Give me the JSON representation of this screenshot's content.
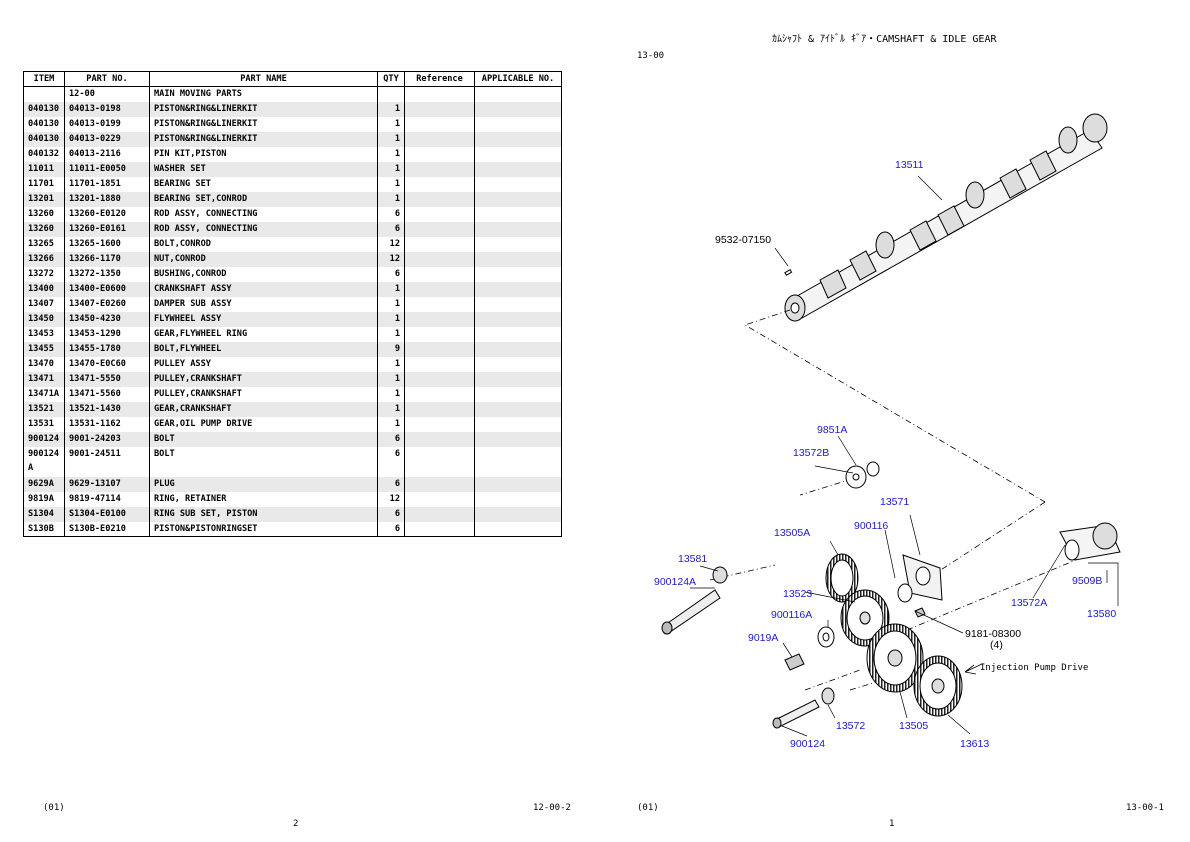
{
  "left_page": {
    "columns": [
      "ITEM",
      "PART NO.",
      "PART NAME",
      "QTY",
      "Reference",
      "APPLICABLE NO."
    ],
    "rows": [
      {
        "item": "",
        "part_no": "12-00",
        "part_name": "MAIN MOVING PARTS",
        "qty": ""
      },
      {
        "item": "040130",
        "part_no": "04013-0198",
        "part_name": "PISTON&RING&LINERKIT",
        "qty": "1"
      },
      {
        "item": "040130",
        "part_no": "04013-0199",
        "part_name": "PISTON&RING&LINERKIT",
        "qty": "1"
      },
      {
        "item": "040130",
        "part_no": "04013-0229",
        "part_name": "PISTON&RING&LINERKIT",
        "qty": "1"
      },
      {
        "item": "040132",
        "part_no": "04013-2116",
        "part_name": "PIN KIT,PISTON",
        "qty": "1"
      },
      {
        "item": "11011",
        "part_no": "11011-E0050",
        "part_name": "WASHER SET",
        "qty": "1"
      },
      {
        "item": "11701",
        "part_no": "11701-1851",
        "part_name": "BEARING SET",
        "qty": "1"
      },
      {
        "item": "13201",
        "part_no": "13201-1880",
        "part_name": "BEARING SET,CONROD",
        "qty": "1"
      },
      {
        "item": "13260",
        "part_no": "13260-E0120",
        "part_name": "ROD ASSY, CONNECTING",
        "qty": "6"
      },
      {
        "item": "13260",
        "part_no": "13260-E0161",
        "part_name": "ROD ASSY, CONNECTING",
        "qty": "6"
      },
      {
        "item": "13265",
        "part_no": "13265-1600",
        "part_name": "BOLT,CONROD",
        "qty": "12"
      },
      {
        "item": "13266",
        "part_no": "13266-1170",
        "part_name": "NUT,CONROD",
        "qty": "12"
      },
      {
        "item": "13272",
        "part_no": "13272-1350",
        "part_name": "BUSHING,CONROD",
        "qty": "6"
      },
      {
        "item": "13400",
        "part_no": "13400-E0600",
        "part_name": "CRANKSHAFT ASSY",
        "qty": "1"
      },
      {
        "item": "13407",
        "part_no": "13407-E0260",
        "part_name": "DAMPER SUB ASSY",
        "qty": "1"
      },
      {
        "item": "13450",
        "part_no": "13450-4230",
        "part_name": "FLYWHEEL ASSY",
        "qty": "1"
      },
      {
        "item": "13453",
        "part_no": "13453-1290",
        "part_name": "GEAR,FLYWHEEL RING",
        "qty": "1"
      },
      {
        "item": "13455",
        "part_no": "13455-1780",
        "part_name": "BOLT,FLYWHEEL",
        "qty": "9"
      },
      {
        "item": "13470",
        "part_no": "13470-E0C60",
        "part_name": "PULLEY ASSY",
        "qty": "1"
      },
      {
        "item": "13471",
        "part_no": "13471-5550",
        "part_name": "PULLEY,CRANKSHAFT",
        "qty": "1"
      },
      {
        "item": "13471A",
        "part_no": "13471-5560",
        "part_name": "PULLEY,CRANKSHAFT",
        "qty": "1"
      },
      {
        "item": "13521",
        "part_no": "13521-1430",
        "part_name": "GEAR,CRANKSHAFT",
        "qty": "1"
      },
      {
        "item": "13531",
        "part_no": "13531-1162",
        "part_name": "GEAR,OIL PUMP DRIVE",
        "qty": "1"
      },
      {
        "item": "900124",
        "part_no": "9001-24203",
        "part_name": "BOLT",
        "qty": "6"
      },
      {
        "item": "900124A",
        "part_no": "9001-24511",
        "part_name": "BOLT",
        "qty": "6"
      },
      {
        "item": "9629A",
        "part_no": "9629-13107",
        "part_name": "PLUG",
        "qty": "6"
      },
      {
        "item": "9819A",
        "part_no": "9819-47114",
        "part_name": "RING, RETAINER",
        "qty": "12"
      },
      {
        "item": "S1304",
        "part_no": "S1304-E0100",
        "part_name": "RING SUB SET, PISTON",
        "qty": "6"
      },
      {
        "item": "S130B",
        "part_no": "S130B-E0210",
        "part_name": "PISTON&PISTONRINGSET",
        "qty": "6"
      }
    ],
    "footer_left": "(01)",
    "footer_right": "12-00-2",
    "page_number": "2"
  },
  "right_page": {
    "title": "ｶﾑｼｬﾌﾄ & ｱｲﾄﾞﾙ ｷﾞｱ・CAMSHAFT & IDLE GEAR",
    "section": "13-00",
    "callouts": {
      "c13511": "13511",
      "c953207150": "9532-07150",
      "c9851A": "9851A",
      "c13572B": "13572B",
      "c13571": "13571",
      "c900116": "900116",
      "c13505A": "13505A",
      "c13581": "13581",
      "c900124A": "900124A",
      "c13523": "13523",
      "c900116A": "900116A",
      "c9019A": "9019A",
      "c918108300": "9181-08300",
      "c4": "(4)",
      "c13572A": "13572A",
      "c9509B": "9509B",
      "c13580": "13580",
      "c13572": "13572",
      "c13505": "13505",
      "c13613": "13613",
      "c900124": "900124"
    },
    "injection_label": "Injection Pump Drive",
    "footer_left": "(01)",
    "footer_right": "13-00-1",
    "page_number": "1"
  },
  "colors": {
    "callout": "#1a1ad0",
    "row_shade": "#e9e9e9"
  }
}
